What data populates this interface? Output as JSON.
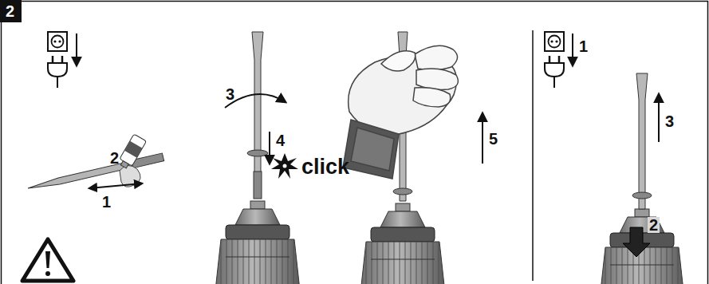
{
  "diagram": {
    "labels": [
      "2",
      "2",
      "1",
      "3",
      "4",
      "click",
      "5",
      "1",
      "3",
      "2"
    ]
  }
}
